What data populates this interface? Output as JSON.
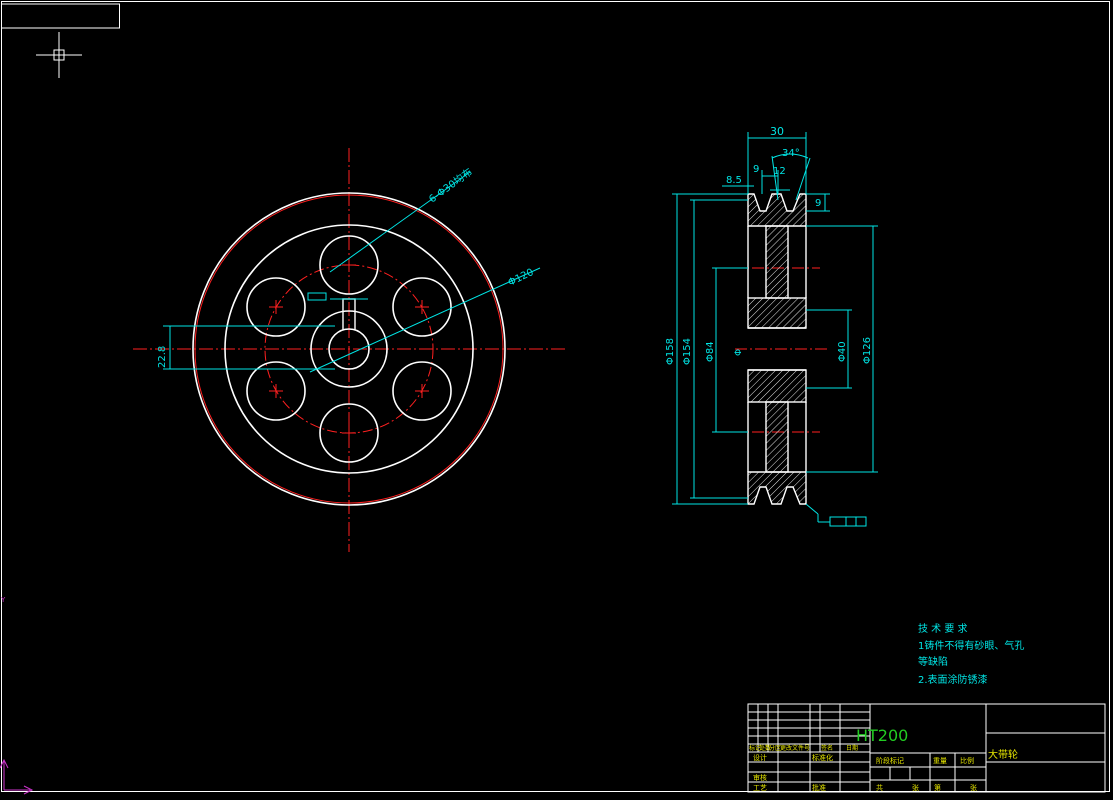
{
  "colors": {
    "background": "#000000",
    "outline": "#ffffff",
    "dimension": "#00e5e5",
    "centerline": "#ff2020",
    "material": "#22cc22",
    "titleblock_text": "#e6e600",
    "ucs": "#cc33cc"
  },
  "front_view": {
    "hole_callout": "6-Φ30均布",
    "pitch_dia": "Φ120",
    "hub_height": "22.8"
  },
  "side_view": {
    "width": "30",
    "angle": "34°",
    "groove_pitch": "9",
    "groove_width": "12",
    "edge": "8.5",
    "groove_depth": "9",
    "d158": "Φ158",
    "d154": "Φ154",
    "d84": "Φ84",
    "d40": "Φ40",
    "d126": "Φ126",
    "small_mark": "Φ"
  },
  "notes": {
    "heading": "技 术 要 求",
    "line1": "1铸件不得有砂眼、气孔",
    "line2": "等缺陷",
    "line3": "2.表面涂防锈漆"
  },
  "title_block": {
    "material": "HT200",
    "part_name": "大带轮",
    "row_labels": [
      "标记",
      "处数",
      "分区",
      "更改文件号",
      "签名",
      "日期"
    ],
    "design": "设计",
    "standardize": "标准化",
    "review": "审核",
    "process": "工艺",
    "approve": "批准",
    "stage_mark": "阶段标记",
    "weight": "重量",
    "scale": "比例",
    "total": "共",
    "sheet": "张",
    "sheet_no": "第"
  },
  "axis": {
    "y_label": "Y"
  }
}
